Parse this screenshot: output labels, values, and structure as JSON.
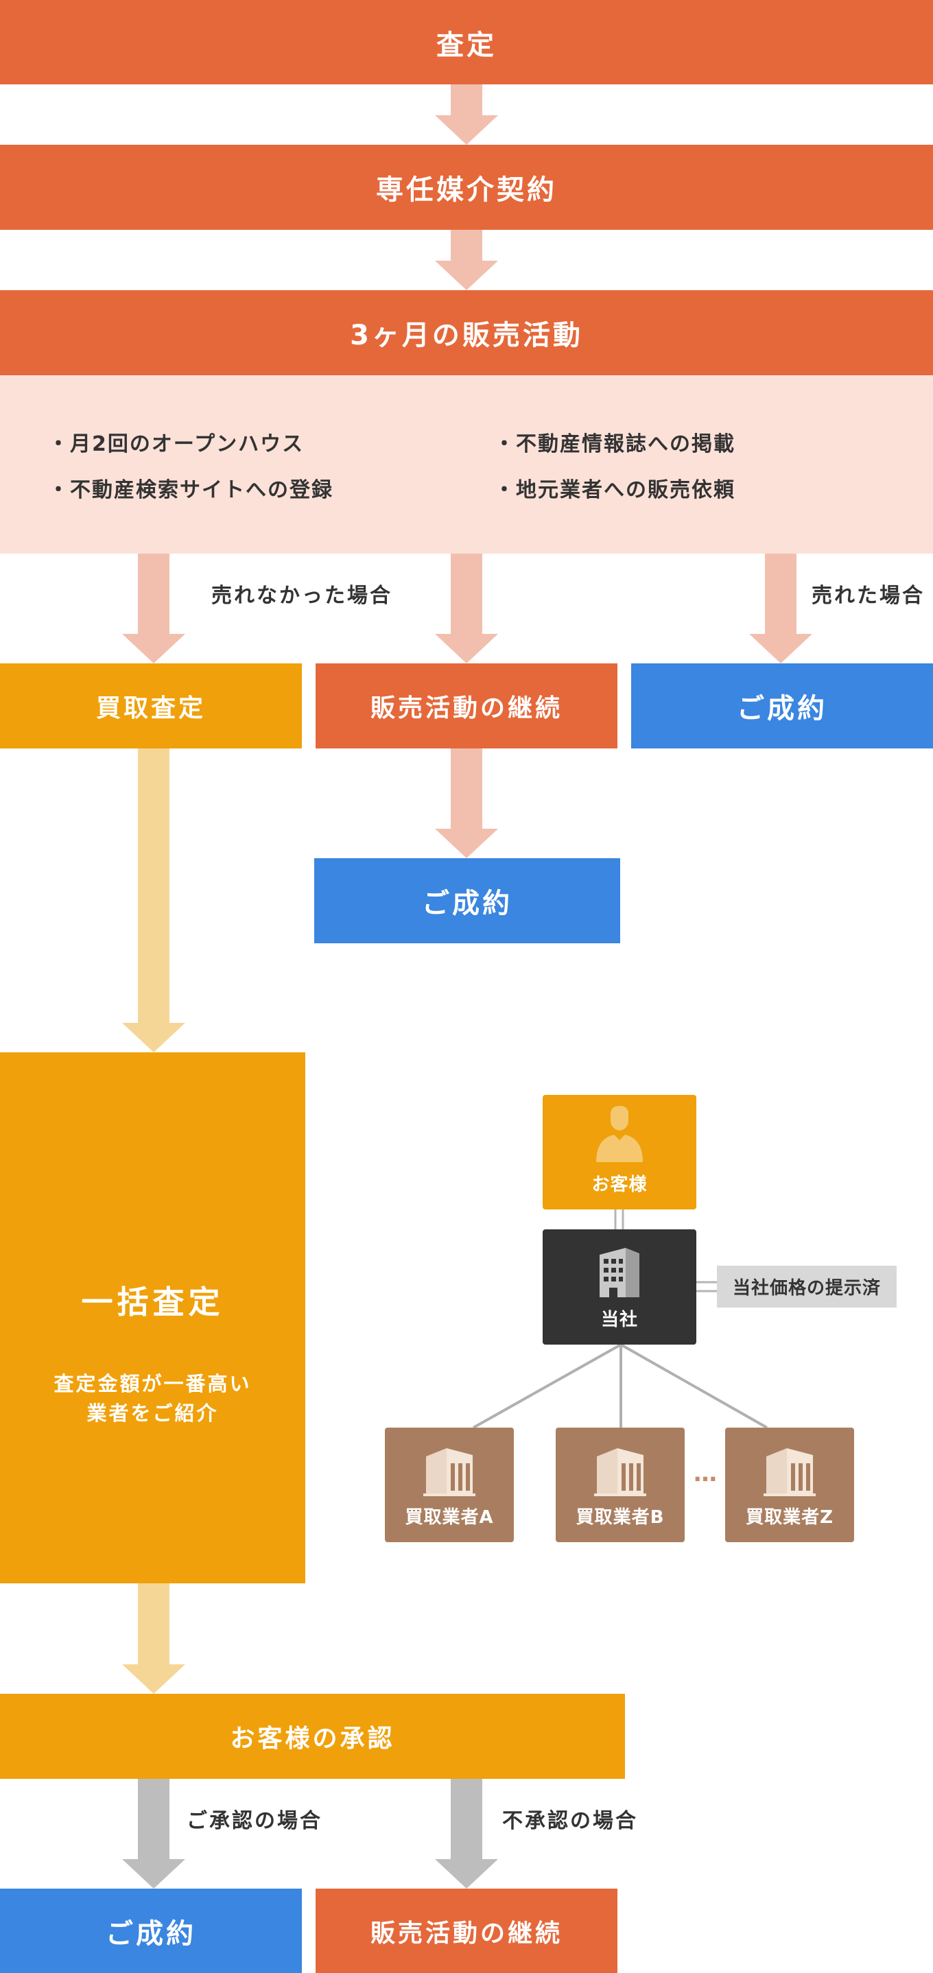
{
  "steps": {
    "assessment": "査定",
    "exclusive_contract": "専任媒介契約",
    "three_month_sales": "3ヶ月の販売活動"
  },
  "sales_activities": [
    "・月2回のオープンハウス",
    "・不動産情報誌への掲載",
    "・不動産検索サイトへの登録",
    "・地元業者への販売依頼"
  ],
  "conditions": {
    "not_sold": "売れなかった場合",
    "sold": "売れた場合",
    "approved": "ご承認の場合",
    "not_approved": "不承認の場合"
  },
  "branch": {
    "buyback": "買取査定",
    "continue_sales": "販売活動の継続",
    "contract": "ご成約"
  },
  "bulk": {
    "title": "一括査定",
    "desc_line1": "査定金額が一番高い",
    "desc_line2": "業者をご紹介"
  },
  "org": {
    "customer": "お客様",
    "company": "当社",
    "price_note": "当社価格の提示済",
    "vendors": [
      "買取業者A",
      "買取業者B",
      "買取業者Z"
    ],
    "ellipsis": "…"
  },
  "customer_approval": "お客様の承認",
  "final": {
    "contract": "ご成約",
    "continue_sales": "販売活動の継続"
  },
  "colors": {
    "orange": "#e5683a",
    "yellow": "#f0a00a",
    "blue": "#3a86e0",
    "pink_arrow": "#f2bfae",
    "light_yellow_arrow": "#f6d696",
    "gray_arrow": "#bdbdbd",
    "panel": "#fbe1d8"
  },
  "icons": [
    "person-icon",
    "office-building-icon",
    "warehouse-building-icon"
  ]
}
